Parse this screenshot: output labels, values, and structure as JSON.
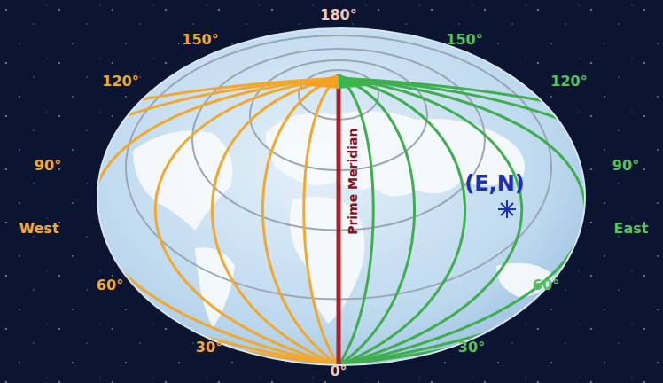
{
  "diagram": {
    "labels": [
      "180°",
      "150°",
      "150°",
      "120°",
      "120°",
      "90°",
      "90°",
      "West",
      "East",
      "60°",
      "60°",
      "30°",
      "30°",
      "0°",
      "Prime Meridian",
      "(E,N)"
    ]
  }
}
